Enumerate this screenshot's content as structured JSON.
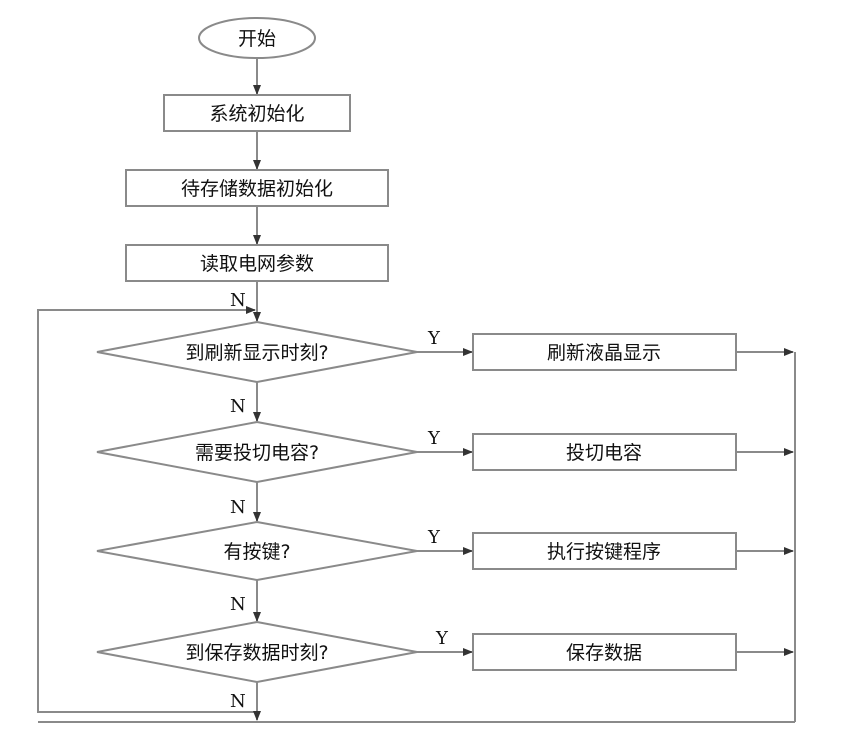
{
  "flowchart": {
    "start": "开始",
    "steps": {
      "system_init": "系统初始化",
      "storage_init": "待存储数据初始化",
      "read_grid": "读取电网参数"
    },
    "decisions": [
      {
        "question": "到刷新显示时刻?",
        "action": "刷新液晶显示",
        "yes": "Y",
        "no": "N"
      },
      {
        "question": "需要投切电容?",
        "action": "投切电容",
        "yes": "Y",
        "no": "N"
      },
      {
        "question": "有按键?",
        "action": "执行按键程序",
        "yes": "Y",
        "no": "N"
      },
      {
        "question": "到保存数据时刻?",
        "action": "保存数据",
        "yes": "Y",
        "no": "N"
      }
    ],
    "loop_no_label": "N"
  }
}
